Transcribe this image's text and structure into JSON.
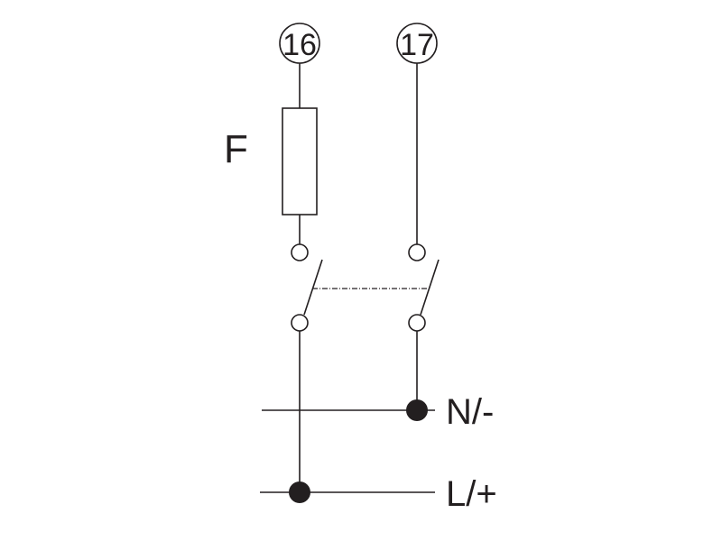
{
  "terminals": [
    "16",
    "17"
  ],
  "fuse_label": "F",
  "bus_labels": {
    "neutral": "N/-",
    "line": "L/+"
  },
  "colors": {
    "stroke": "#231f20",
    "background": "#ffffff"
  }
}
